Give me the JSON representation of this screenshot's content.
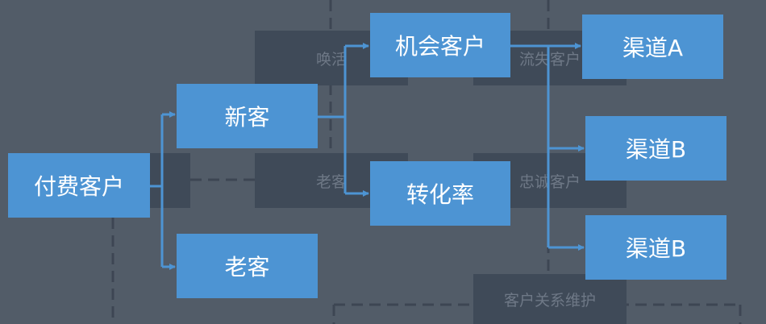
{
  "colors": {
    "background": "#525c68",
    "box_fill": "#4d94d3",
    "connector": "#4d94d3",
    "ghost_fill": "#3f4a58",
    "ghost_text": "#6e7886",
    "box_text": "#ffffff"
  },
  "background_layer": {
    "labels": {
      "huanxing": "唤活",
      "liushi": "流失客户",
      "laoke": "老客",
      "zhongcheng": "忠诚客户",
      "weihu": "客户关系维护"
    }
  },
  "nodes": {
    "paying_customers": "付费客户",
    "new_customers": "新客",
    "old_customers": "老客",
    "opportunity_customers": "机会客户",
    "conversion_rate": "转化率",
    "channel_a": "渠道A",
    "channel_b_1": "渠道B",
    "channel_b_2": "渠道B"
  }
}
